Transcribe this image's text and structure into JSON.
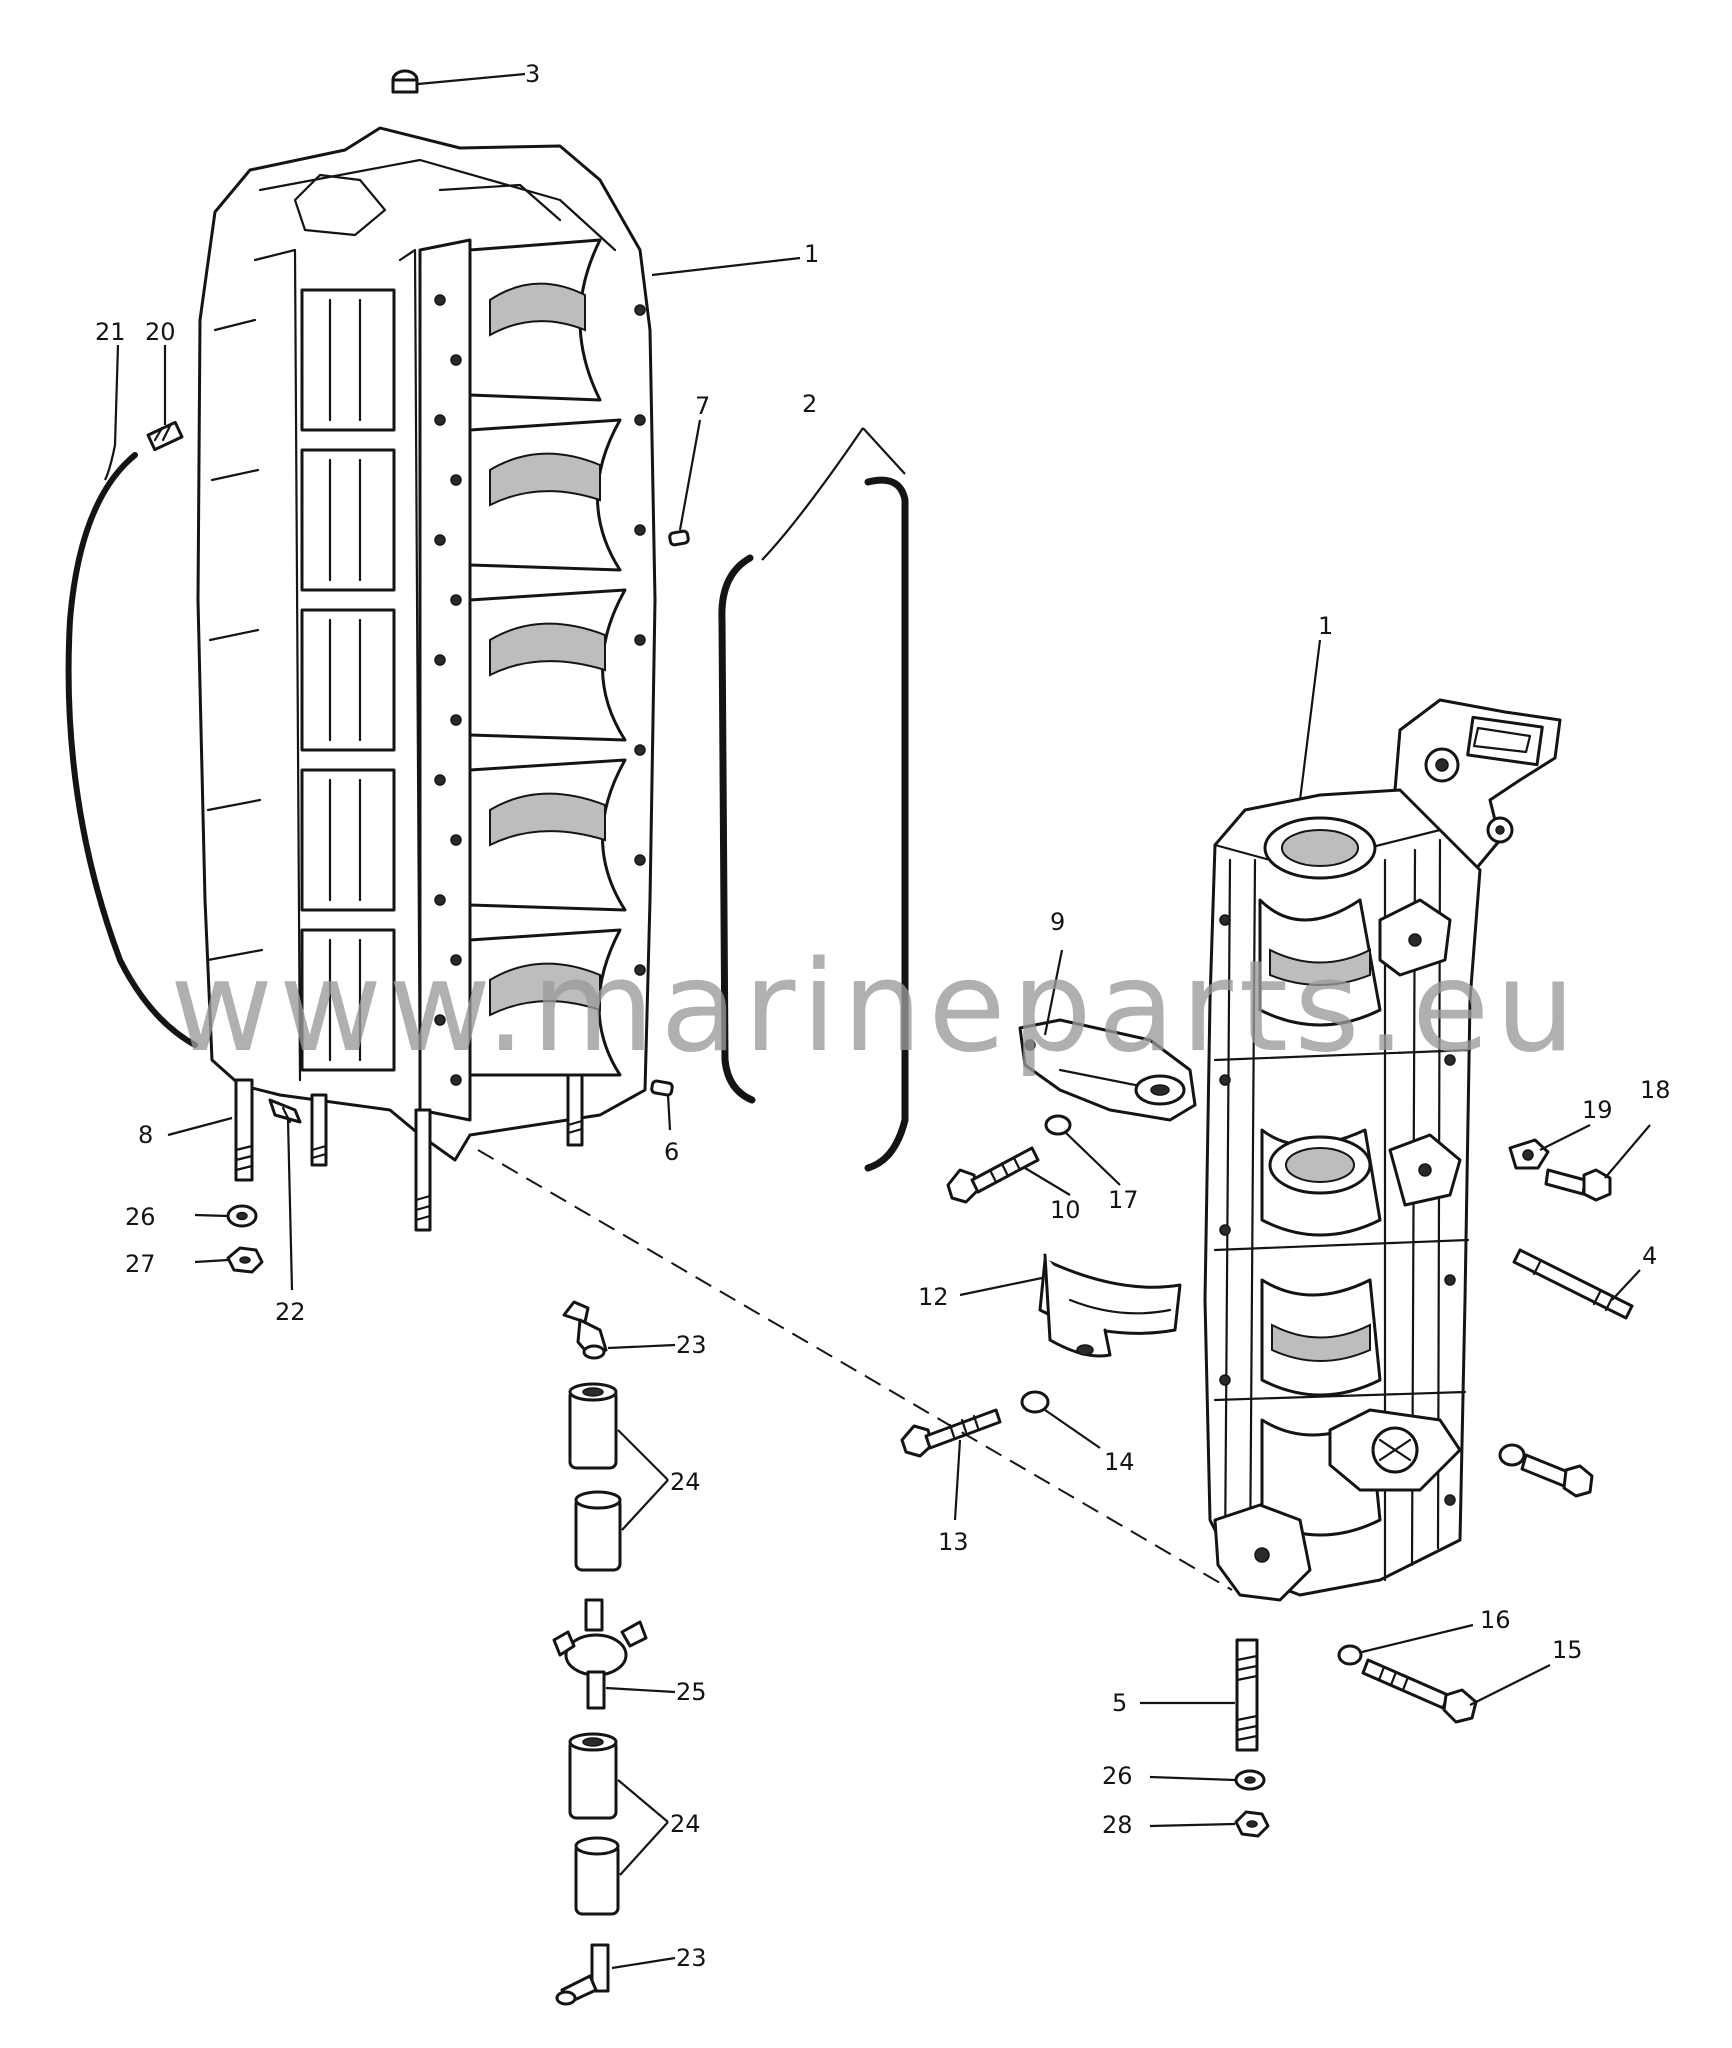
{
  "watermark": "www.marineparts.eu",
  "callouts": {
    "c1a": "1",
    "c1b": "1",
    "c2": "2",
    "c3": "3",
    "c4": "4",
    "c5": "5",
    "c6": "6",
    "c7": "7",
    "c8": "8",
    "c9": "9",
    "c10": "10",
    "c12": "12",
    "c13": "13",
    "c14": "14",
    "c15": "15",
    "c16": "16",
    "c17": "17",
    "c18": "18",
    "c19": "19",
    "c20": "20",
    "c21": "21",
    "c22": "22",
    "c23a": "23",
    "c23b": "23",
    "c24a": "24",
    "c24b": "24",
    "c25": "25",
    "c26a": "26",
    "c26b": "26",
    "c27": "27",
    "c28": "28"
  }
}
